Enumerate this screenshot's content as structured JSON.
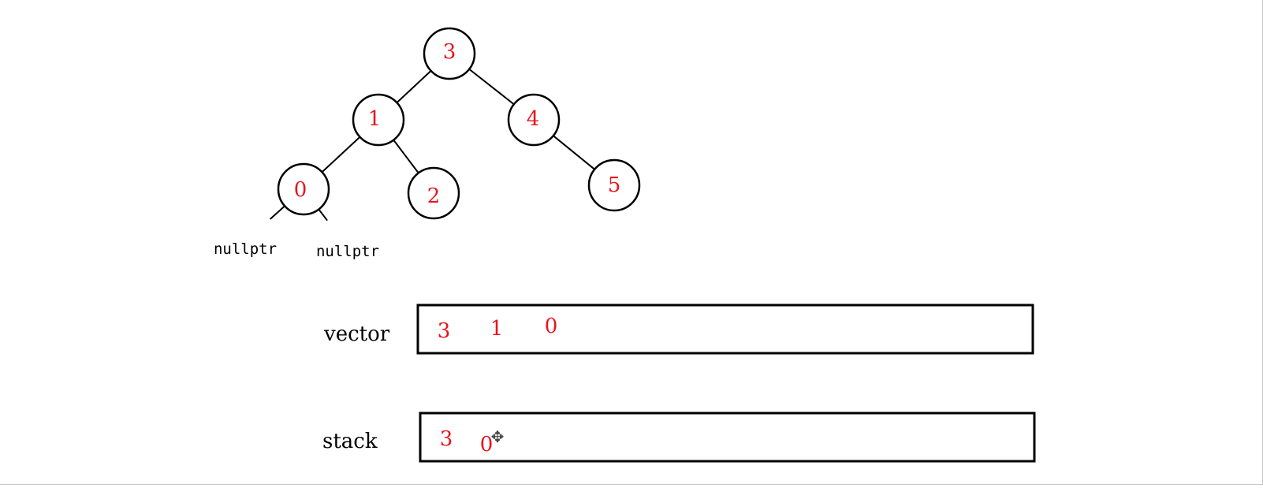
{
  "colors": {
    "value": "#e8141c",
    "stroke": "#000000"
  },
  "tree": {
    "nodes": [
      {
        "id": "n3",
        "label": "3"
      },
      {
        "id": "n1",
        "label": "1"
      },
      {
        "id": "n4",
        "label": "4"
      },
      {
        "id": "n0",
        "label": "0"
      },
      {
        "id": "n2",
        "label": "2"
      },
      {
        "id": "n5",
        "label": "5"
      }
    ],
    "edges": [
      {
        "from": "n3",
        "to": "n1"
      },
      {
        "from": "n3",
        "to": "n4"
      },
      {
        "from": "n1",
        "to": "n0"
      },
      {
        "from": "n1",
        "to": "n2"
      },
      {
        "from": "n4",
        "to": "n5"
      },
      {
        "from": "n0",
        "to": "null-left"
      },
      {
        "from": "n0",
        "to": "null-right"
      }
    ],
    "null_left_label": "nullptr",
    "null_right_label": "nullptr"
  },
  "vector": {
    "label": "vector",
    "values": [
      "3",
      "1",
      "0"
    ]
  },
  "stack": {
    "label": "stack",
    "values": [
      "3",
      "0"
    ]
  },
  "cursor": {
    "icon": "move-cursor-icon",
    "glyph": "✥"
  }
}
